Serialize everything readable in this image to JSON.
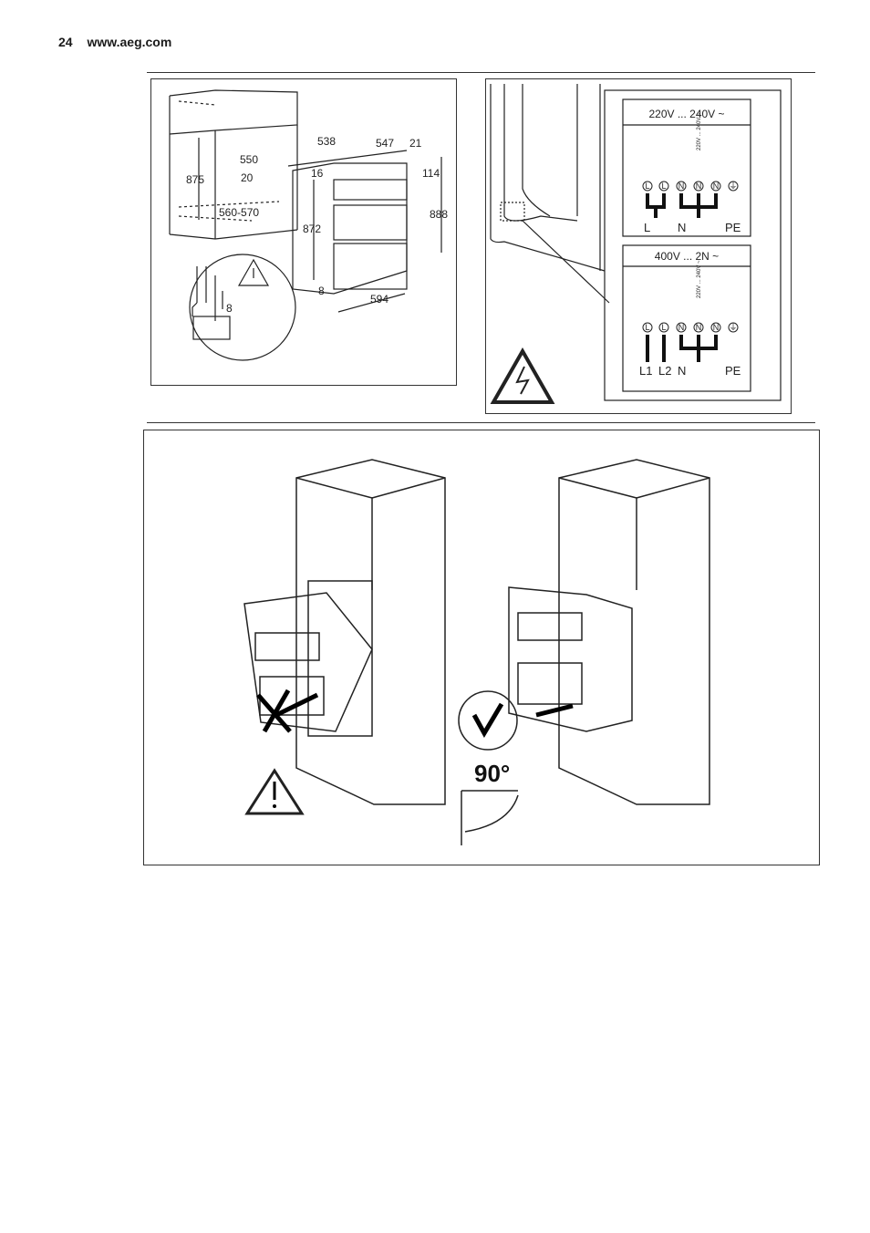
{
  "header": {
    "page_number": "24",
    "website": "www.aeg.com"
  },
  "panel_dimensions": {
    "niche": {
      "height": "875",
      "depth": "550",
      "gap": "20",
      "width": "560-570",
      "detail_gap": "8"
    },
    "oven": {
      "depth_a": "538",
      "depth_b": "547",
      "depth_c": "21",
      "top": "16",
      "top_height": "114",
      "front_height": "872",
      "total_height": "888",
      "bottom": "8",
      "width": "594"
    }
  },
  "panel_wiring": {
    "single_phase": {
      "voltage": "220V ... 240V ~",
      "bridge_label": "220V ... 240V ~",
      "terminals": [
        "L",
        "L",
        "N",
        "N",
        "N",
        "⏚"
      ],
      "labels": [
        "L",
        "N",
        "PE"
      ]
    },
    "two_phase": {
      "voltage": "400V ... 2N ~",
      "bridge_label": "220V ... 240V ~",
      "terminals": [
        "L",
        "L",
        "N",
        "N",
        "N",
        "⏚"
      ],
      "labels": [
        "L1",
        "L2",
        "N",
        "PE"
      ]
    }
  },
  "panel_installation": {
    "angle_label": "90°"
  }
}
